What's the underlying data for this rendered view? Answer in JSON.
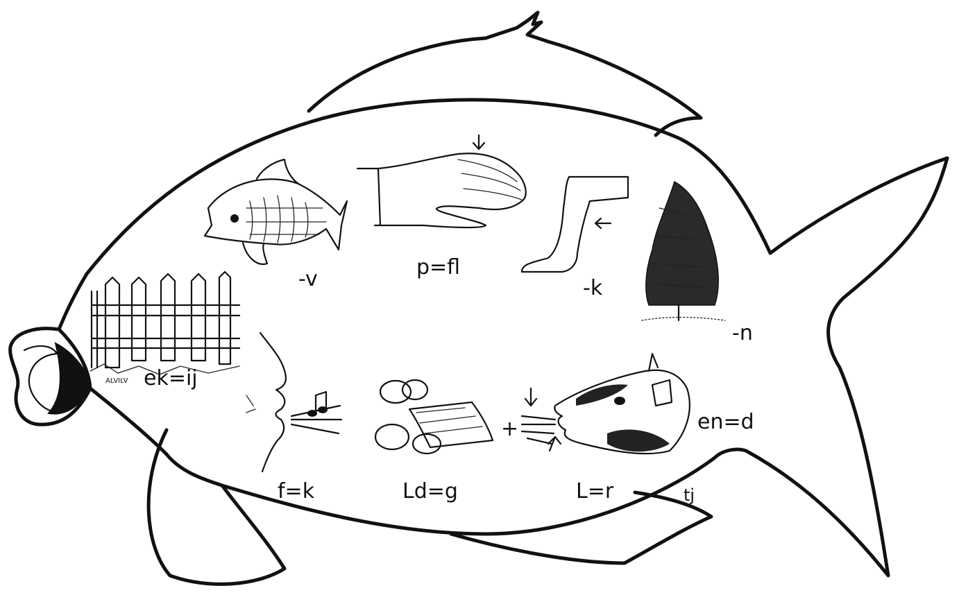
{
  "puzzle": {
    "clues": {
      "fish": "-v",
      "hand": "p=fl",
      "leg": "-k",
      "tree": "-n",
      "fence": "ek=ij",
      "whistle": "f=k",
      "money": "Ld=g",
      "plus": "+",
      "cow": "en=d",
      "calling": "L=r",
      "tail_mark": "tj"
    },
    "fence_scribble": "ALVILV",
    "colors": {
      "ink": "#111111",
      "paper": "#ffffff"
    },
    "icons": [
      "fish-icon",
      "hand-icon",
      "leg-icon",
      "tree-icon",
      "fence-icon",
      "whistling-mouth-icon",
      "music-note-icon",
      "coins-and-banknotes-icon",
      "calling-mouth-icon",
      "cow-head-icon"
    ]
  }
}
